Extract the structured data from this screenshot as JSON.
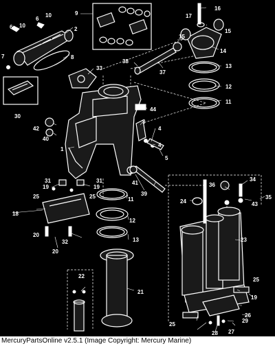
{
  "footer": {
    "credit": "MercuryPartsOnline v2.5.1 (Image Copyright: Mercury Marine)"
  },
  "callouts": {
    "c1": "1",
    "c2": "2",
    "c3": "3",
    "c4a": "4",
    "c4b": "4",
    "c5": "5",
    "c6a": "6",
    "c6b": "6",
    "c7": "7",
    "c8": "8",
    "c9": "9",
    "c10a": "10",
    "c10b": "10",
    "c11a": "11",
    "c11b": "11",
    "c12a": "12",
    "c12b": "12",
    "c13a": "13",
    "c13b": "13",
    "c14": "14",
    "c15a": "15",
    "c15b": "15",
    "c16": "16",
    "c17": "17",
    "c18": "18",
    "c19a": "19",
    "c19b": "19",
    "c19c": "19",
    "c20a": "20",
    "c20b": "20",
    "c21": "21",
    "c22": "22",
    "c23": "23",
    "c24": "24",
    "c25a": "25",
    "c25b": "25",
    "c25c": "25",
    "c25d": "25",
    "c26": "26",
    "c27": "27",
    "c28": "28",
    "c29": "29",
    "c30": "30",
    "c31a": "31",
    "c31b": "31",
    "c32": "32",
    "c33": "33",
    "c34": "34",
    "c35": "35",
    "c36": "36",
    "c37": "37",
    "c38": "38",
    "c39": "39",
    "c40": "40",
    "c41": "41",
    "c42": "42",
    "c43": "43",
    "c44": "44"
  }
}
